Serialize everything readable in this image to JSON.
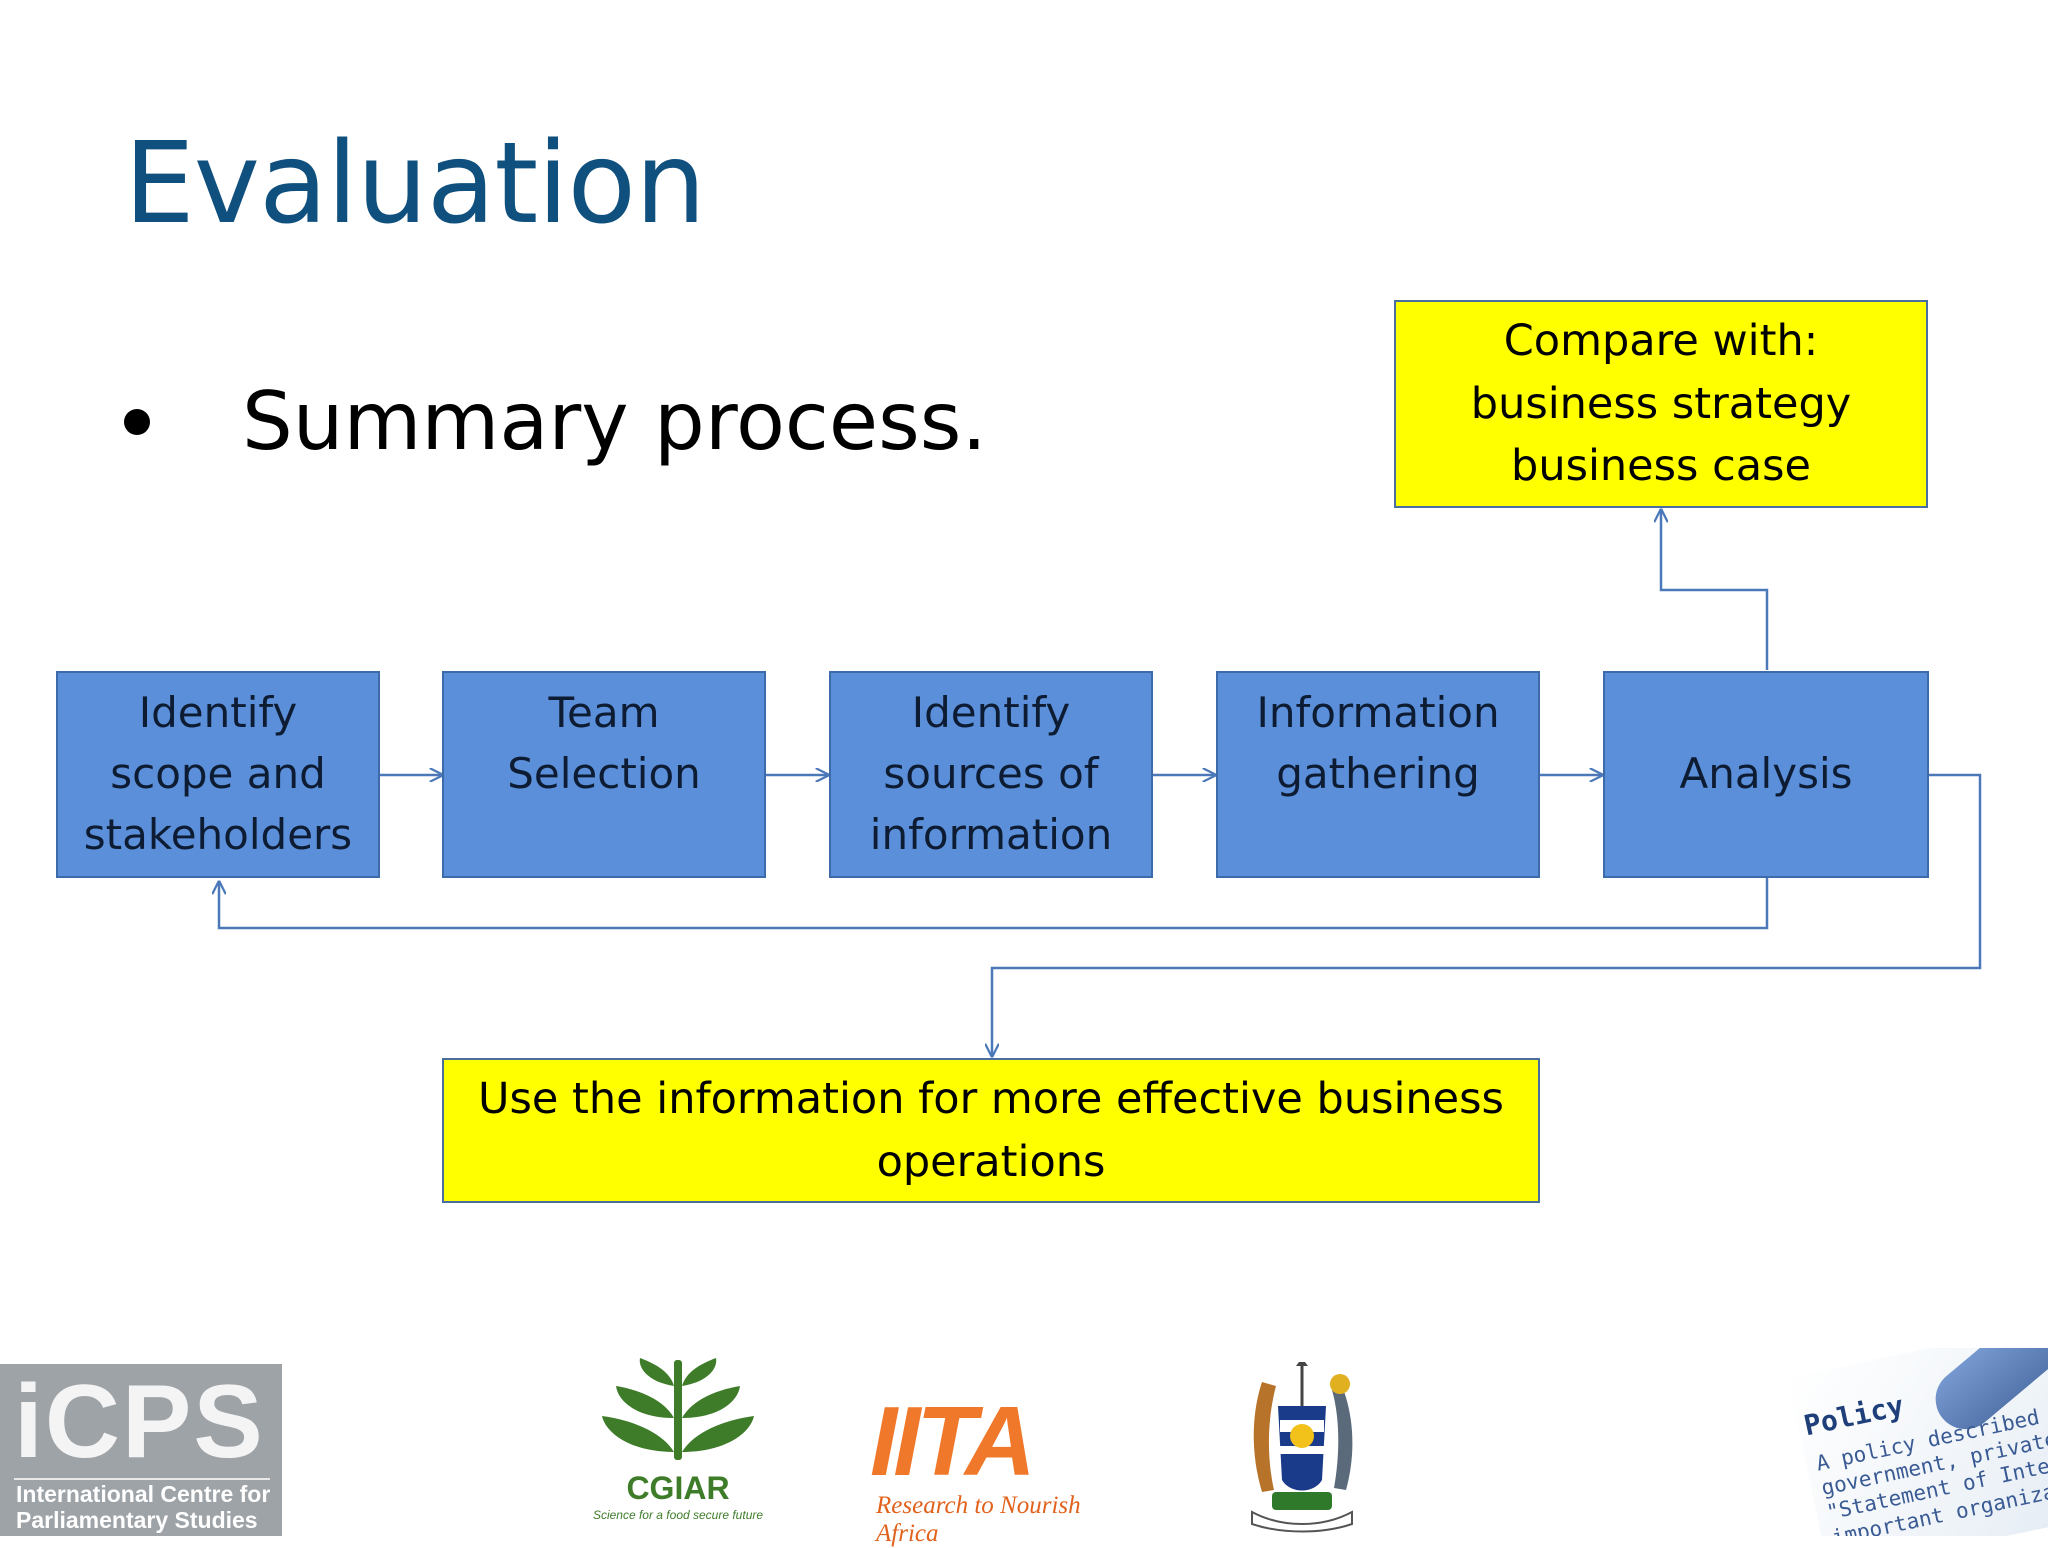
{
  "slide": {
    "title": "Evaluation",
    "bullet": "Summary process."
  },
  "diagram": {
    "boxes": {
      "identify_scope": "Identify\nscope and\nstakeholders",
      "team_selection": "Team\nSelection",
      "identify_sources": "Identify\nsources of\ninformation",
      "info_gathering": "Information\ngathering",
      "analysis": "Analysis",
      "compare": "Compare with:\nbusiness strategy\nbusiness case",
      "use_info": "Use the information for more effective business\noperations"
    },
    "colors": {
      "process_fill": "#5b8fd9",
      "process_border": "#3d6aa8",
      "highlight_fill": "#ffff00",
      "connector": "#4a78b8",
      "title": "#10507e"
    }
  },
  "logos": {
    "icps": {
      "name": "iCPS",
      "subtitle": "International Centre for\nParliamentary Studies"
    },
    "cgiar": {
      "name": "CGIAR",
      "tagline": "Science for a food secure future"
    },
    "iita": {
      "name": "IITA",
      "tagline": "Research to Nourish Africa"
    },
    "uganda": {
      "icon": "coat-of-arms-icon"
    },
    "policy": {
      "title": "Policy",
      "text": "A policy described\ngovernment, private\n\"Statement of Inter\nimportant organiza"
    }
  }
}
